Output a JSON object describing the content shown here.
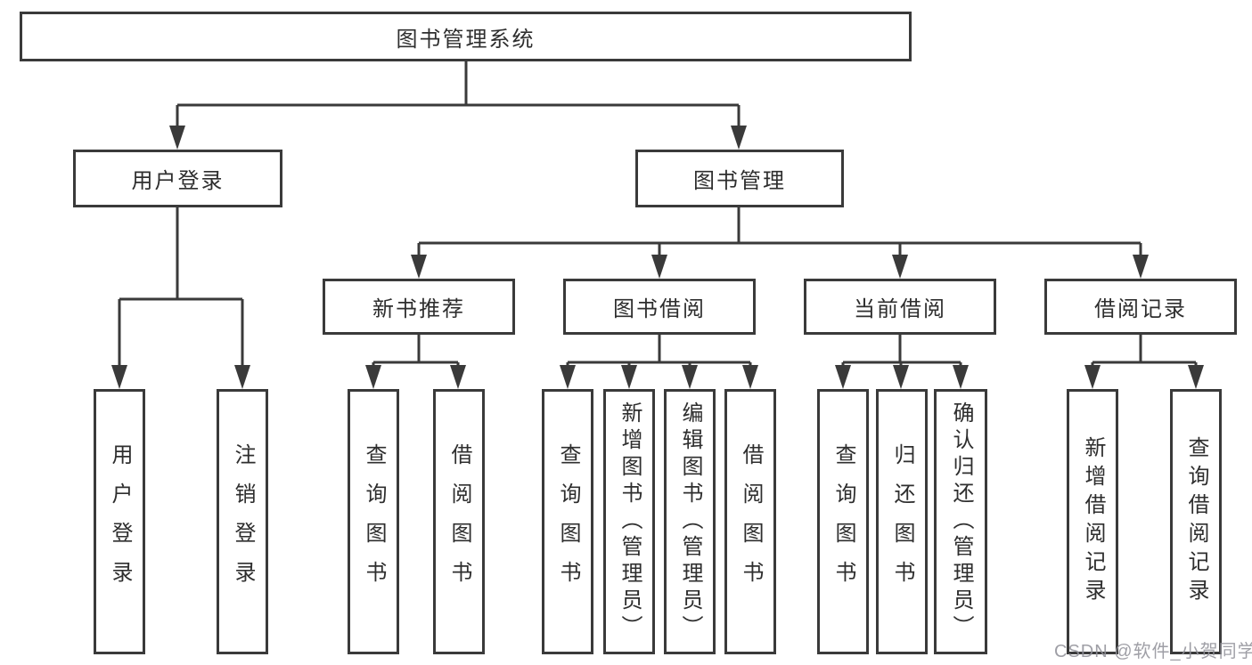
{
  "diagram": {
    "title": "图书管理系统",
    "branches": [
      {
        "label": "用户登录",
        "children": [
          "用户登录",
          "注销登录"
        ]
      },
      {
        "label": "图书管理",
        "sections": [
          {
            "label": "新书推荐",
            "children": [
              "查询图书",
              "借阅图书"
            ]
          },
          {
            "label": "图书借阅",
            "children": [
              "查询图书",
              "新增图书（管理员）",
              "编辑图书（管理员）",
              "借阅图书"
            ]
          },
          {
            "label": "当前借阅",
            "children": [
              "查询图书",
              "归还图书",
              "确认归还（管理员）"
            ]
          },
          {
            "label": "借阅记录",
            "children": [
              "新增借阅记录",
              "查询借阅记录"
            ]
          }
        ]
      }
    ]
  },
  "watermark": {
    "text": "CSDN @软件_小贺同学"
  },
  "colors": {
    "line": "#3a3a3a",
    "text": "#2e2e2e",
    "background": "#ffffff",
    "watermark": "#92929a"
  }
}
